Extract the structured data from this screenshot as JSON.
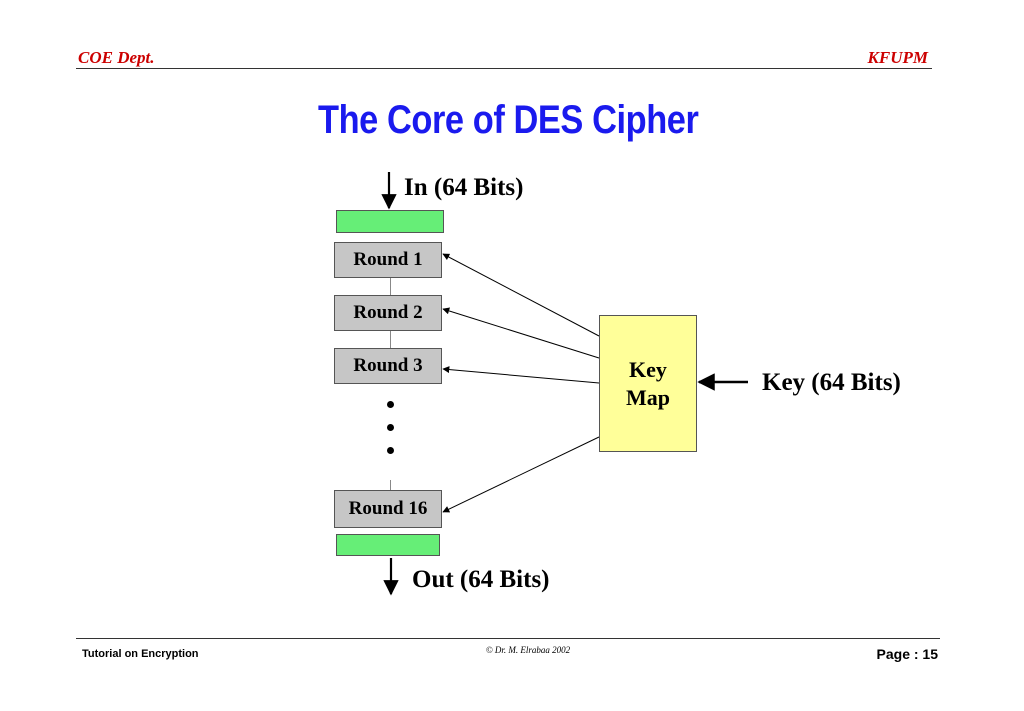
{
  "header": {
    "left": "COE Dept.",
    "right": "KFUPM"
  },
  "title": "The Core of DES  Cipher",
  "diagram": {
    "input_label": "In (64 Bits)",
    "output_label": "Out (64 Bits)",
    "rounds": [
      "Round 1",
      "Round 2",
      "Round 3",
      "Round 16"
    ],
    "key_map": [
      "Key",
      "Map"
    ],
    "key_label": "Key (64 Bits)"
  },
  "footer": {
    "left": "Tutorial on Encryption",
    "center": "© Dr. M. Elrabaa 2002",
    "right": "Page :  15"
  },
  "colors": {
    "header": "#cc0000",
    "title": "#1a1aee",
    "io_register": "#66ee77",
    "round_box": "#c6c6c6",
    "key_map_box": "#ffff99"
  }
}
